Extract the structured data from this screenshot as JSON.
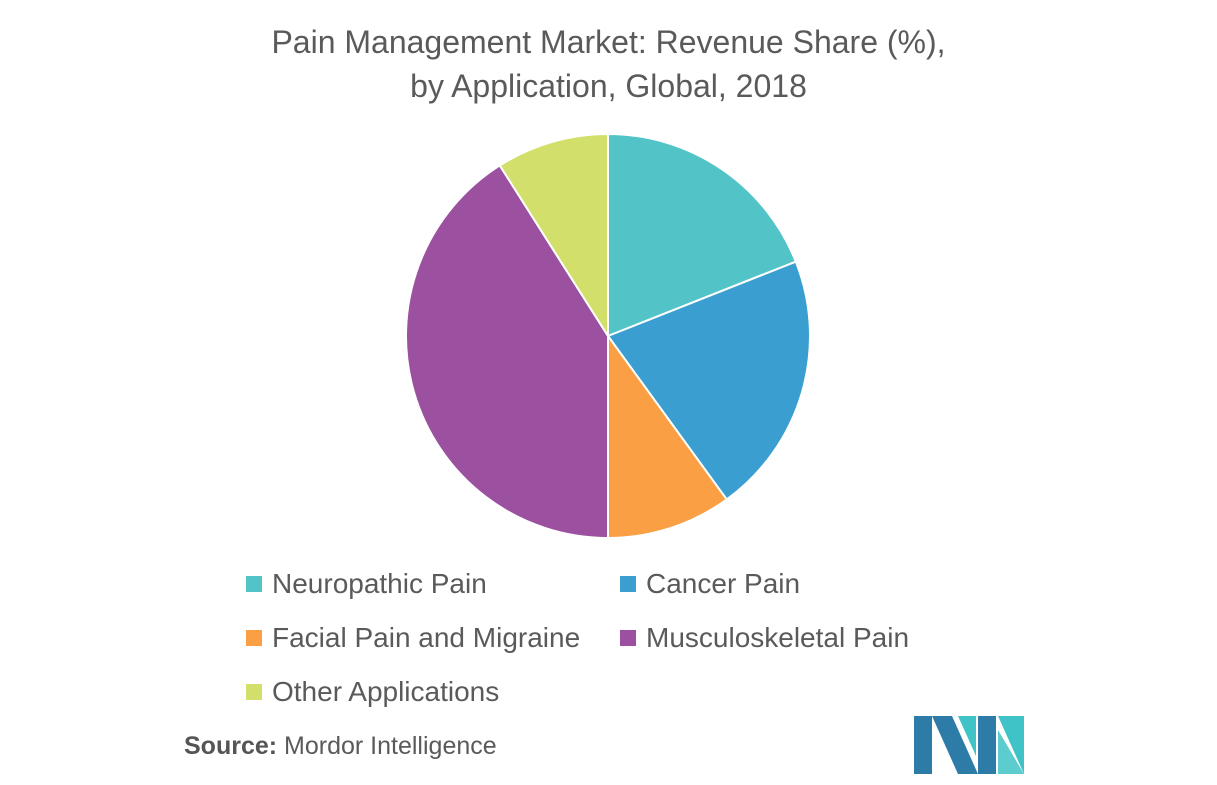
{
  "chart_data": {
    "type": "pie",
    "title": "Pain Management Market: Revenue Share (%), by Application, Global, 2018",
    "title_lines": [
      "Pain Management Market: Revenue Share (%),",
      "by Application, Global, 2018"
    ],
    "categories": [
      "Neuropathic Pain",
      "Cancer Pain",
      "Facial Pain and Migraine",
      "Musculoskeletal Pain",
      "Other Applications"
    ],
    "values": [
      19,
      21,
      10,
      41,
      9
    ],
    "colors": [
      "#52c4c8",
      "#3a9ed0",
      "#fb9f45",
      "#9b50a0",
      "#d3df6b"
    ],
    "legend_placement": "bottom"
  },
  "source": {
    "label": "Source:",
    "text": "Mordor Intelligence"
  },
  "logo": {
    "icon": "mordor-intelligence-logo",
    "colors": [
      "#2d7ca8",
      "#3fc3c7"
    ]
  }
}
